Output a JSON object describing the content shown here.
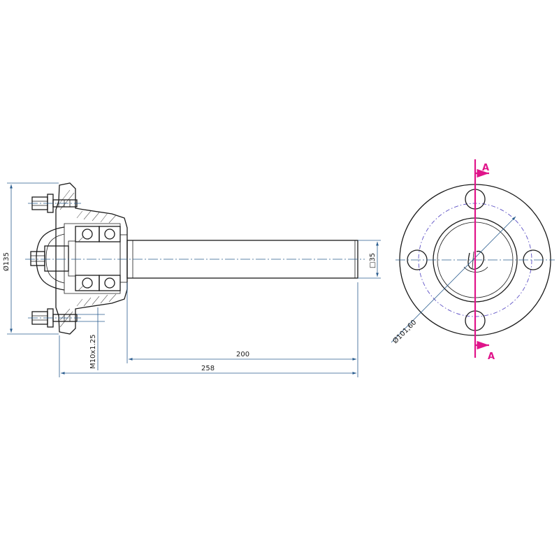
{
  "drawing": {
    "dimensions": {
      "hub_diameter": "Ø135",
      "shaft_square": "□35",
      "stud_thread": "M10x1.25",
      "shaft_length": "200",
      "overall_length": "258",
      "bolt_circle": "Ø101,60"
    },
    "section_marks": {
      "top": "A",
      "bottom": "A"
    },
    "colors": {
      "outline": "#1a1a1a",
      "dimension": "#2a5d8f",
      "section_line": "#e0148a",
      "pitch_circle": "#5b4fc4"
    }
  }
}
